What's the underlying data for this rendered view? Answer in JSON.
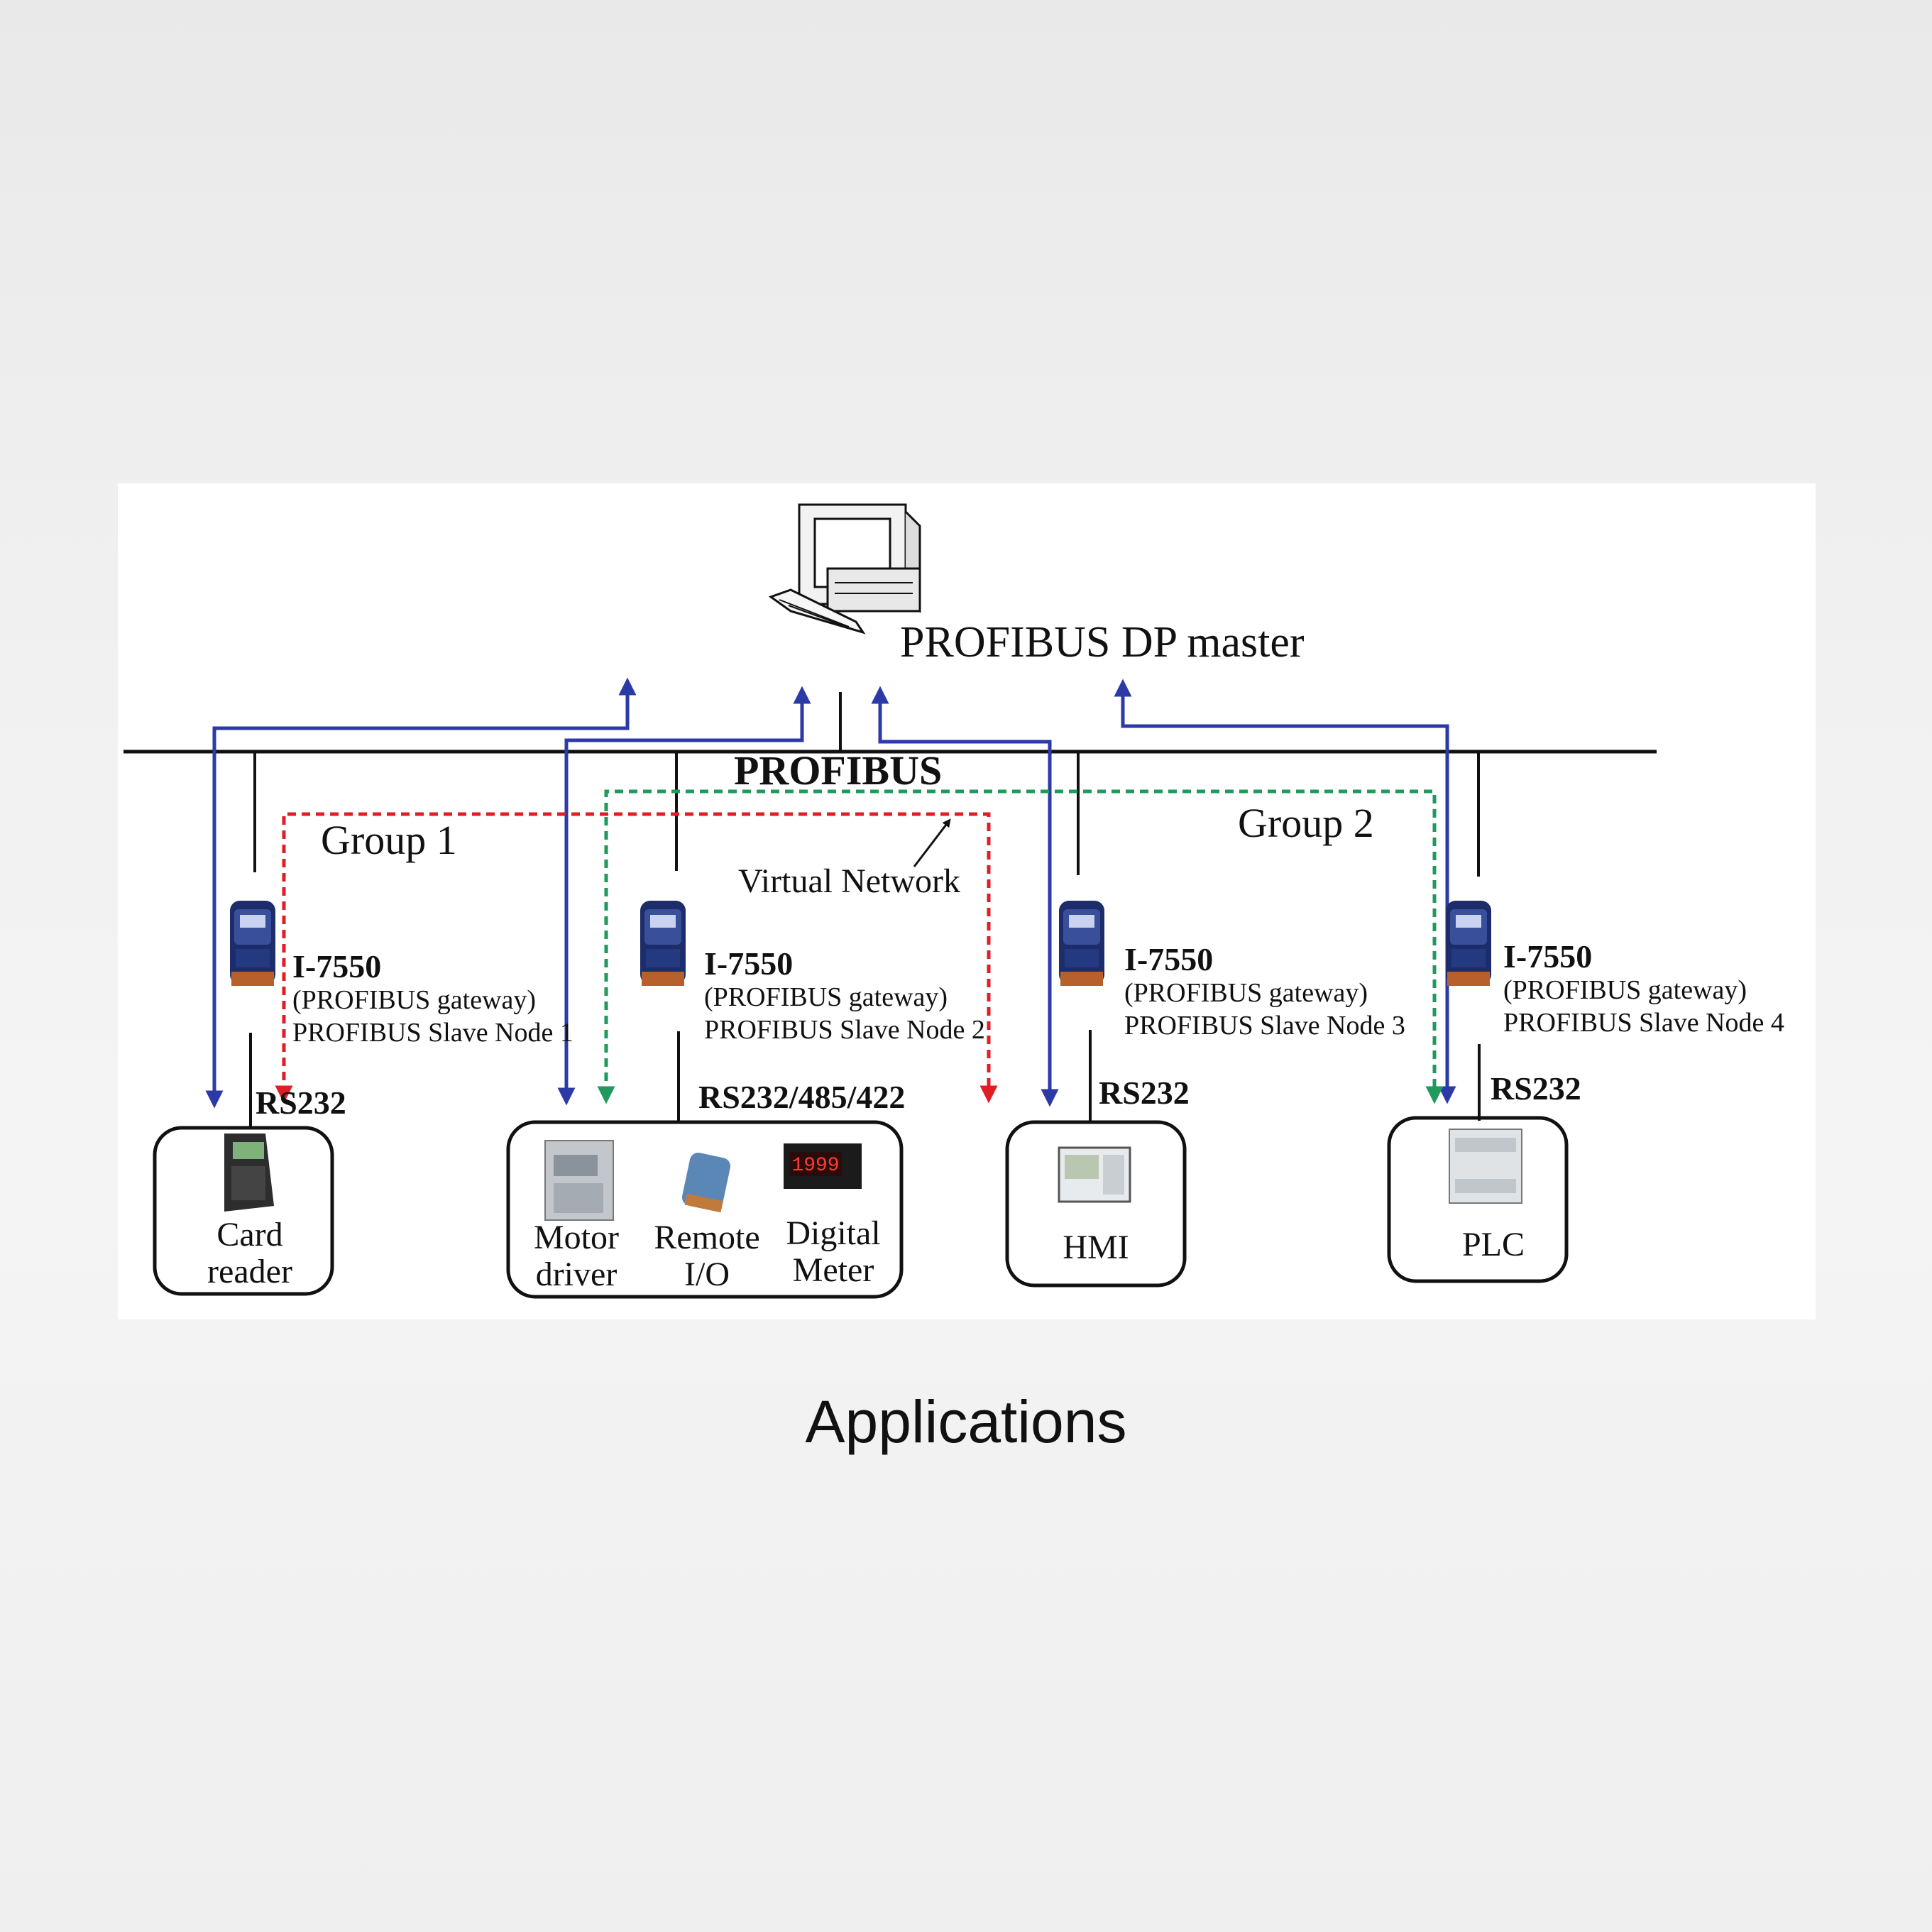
{
  "master_label": "PROFIBUS DP master",
  "bus_label": "PROFIBUS",
  "group1_label": "Group 1",
  "group2_label": "Group 2",
  "virtual_network_label": "Virtual Network",
  "nodes": [
    {
      "model": "I-7550",
      "desc": "(PROFIBUS gateway)",
      "node": "PROFIBUS Slave Node 1",
      "interface": "RS232"
    },
    {
      "model": "I-7550",
      "desc": "(PROFIBUS gateway)",
      "node": "PROFIBUS Slave Node 2",
      "interface": "RS232/485/422"
    },
    {
      "model": "I-7550",
      "desc": "(PROFIBUS gateway)",
      "node": "PROFIBUS Slave Node 3",
      "interface": "RS232"
    },
    {
      "model": "I-7550",
      "desc": "(PROFIBUS gateway)",
      "node": "PROFIBUS Slave Node 4",
      "interface": "RS232"
    }
  ],
  "devices": {
    "card_reader": [
      "Card",
      "reader"
    ],
    "motor_driver": [
      "Motor",
      "driver"
    ],
    "remote_io": [
      "Remote",
      "I/O"
    ],
    "digital_meter": [
      "Digital",
      "Meter"
    ],
    "meter_display": "1999",
    "hmi": "HMI",
    "plc": "PLC"
  },
  "caption": "Applications",
  "colors": {
    "link_blue": "#2b3aa6",
    "group1_red": "#e01e25",
    "group2_green": "#1f9a5c"
  }
}
